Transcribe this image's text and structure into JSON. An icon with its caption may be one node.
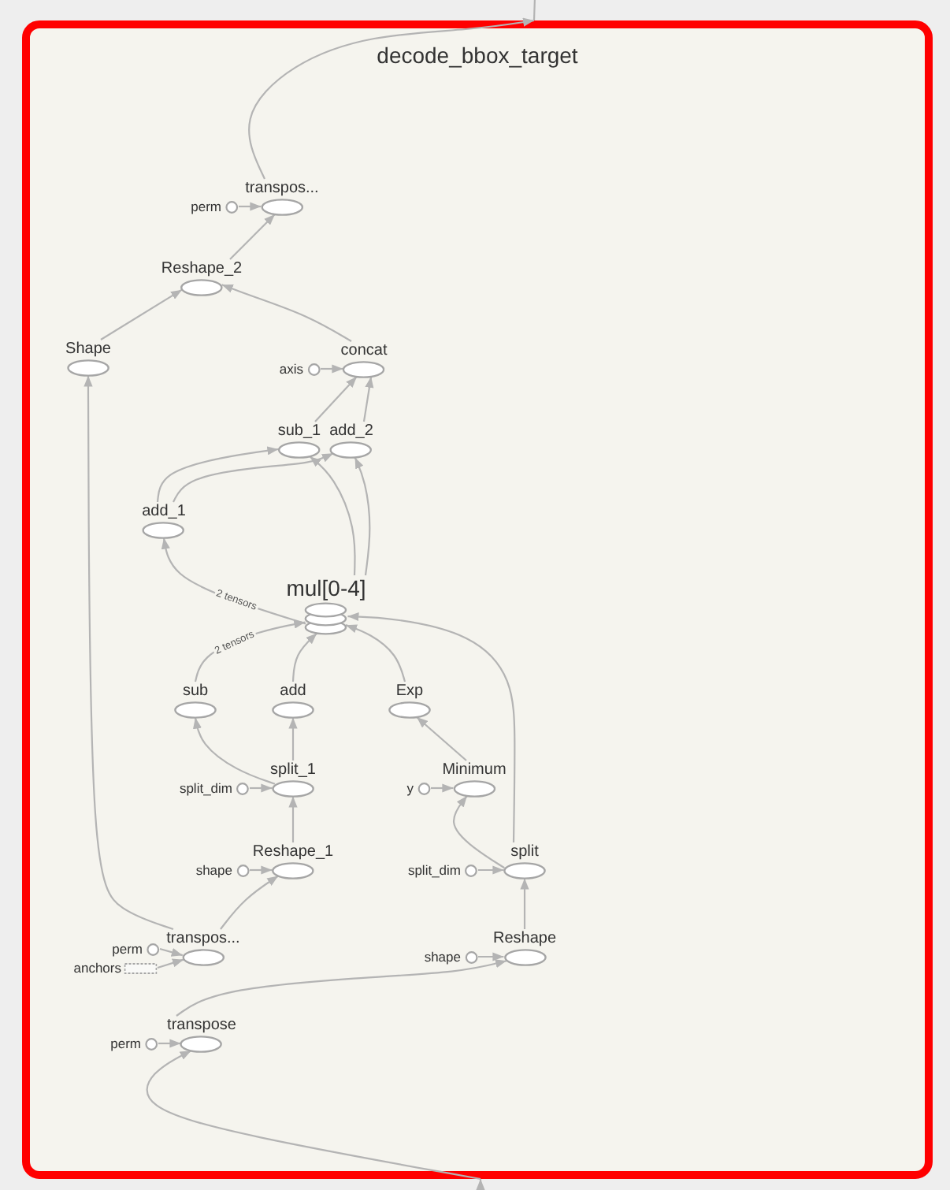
{
  "diagram": {
    "nodes": [
      {
        "text": [
          "decode_bbox_target"
        ]
      },
      {
        "text": [
          "perm"
        ],
        "in": 0
      },
      {
        "text": [
          "transpos..."
        ],
        "in": 0
      },
      {
        "text": [
          "Reshape_2"
        ],
        "in": 0
      },
      {
        "text": [
          "Shape"
        ],
        "in": 0
      },
      {
        "text": [
          "axis"
        ],
        "in": 0
      },
      {
        "text": [
          "concat"
        ],
        "in": 0
      },
      {
        "text": [
          "sub_1"
        ],
        "in": 0
      },
      {
        "text": [
          "add_2"
        ],
        "in": 0
      },
      {
        "text": [
          "add_1"
        ],
        "in": 0
      },
      {
        "text": [
          "mul[0-4]"
        ],
        "in": 0
      },
      {
        "text": [
          "sub"
        ],
        "in": 0
      },
      {
        "text": [
          "add"
        ],
        "in": 0
      },
      {
        "text": [
          "Exp"
        ],
        "in": 0
      },
      {
        "text": [
          "split_dim"
        ],
        "in": 0
      },
      {
        "text": [
          "split_1"
        ],
        "in": 0
      },
      {
        "text": [
          "y"
        ],
        "in": 0
      },
      {
        "text": [
          "Minimum"
        ],
        "in": 0
      },
      {
        "text": [
          "shape"
        ],
        "in": 0
      },
      {
        "text": [
          "Reshape_1"
        ],
        "in": 0
      },
      {
        "text": [
          "split_dim"
        ],
        "in": 0
      },
      {
        "text": [
          "split"
        ],
        "in": 0
      },
      {
        "text": [
          "perm"
        ],
        "in": 0
      },
      {
        "text": [
          "transpos..."
        ],
        "in": 0
      },
      {
        "text": [
          "anchors"
        ],
        "in": 0
      },
      {
        "text": [
          "shape"
        ],
        "in": 0
      },
      {
        "text": [
          "Reshape"
        ],
        "in": 0
      },
      {
        "text": [
          "perm"
        ],
        "in": 0
      },
      {
        "text": [
          "transpose"
        ],
        "in": 0
      }
    ],
    "edges": [
      {
        "from": 0,
        "to": null,
        "arrow": "none"
      },
      {
        "from": 2,
        "to": 0,
        "arrow": "to"
      },
      {
        "from": 1,
        "to": 2,
        "arrow": "to"
      },
      {
        "from": 3,
        "to": 2,
        "arrow": "to"
      },
      {
        "from": 4,
        "to": 3,
        "arrow": "to"
      },
      {
        "from": 6,
        "to": 3,
        "arrow": "to"
      },
      {
        "from": 5,
        "to": 6,
        "arrow": "to"
      },
      {
        "from": 7,
        "to": 6,
        "arrow": "to"
      },
      {
        "from": 8,
        "to": 6,
        "arrow": "to"
      },
      {
        "from": 9,
        "to": 7,
        "arrow": "to"
      },
      {
        "from": 9,
        "to": 8,
        "arrow": "to"
      },
      {
        "from": 10,
        "to": 9,
        "arrow": "to",
        "label": "2 tensors"
      },
      {
        "from": 10,
        "to": 7,
        "arrow": "to"
      },
      {
        "from": 10,
        "to": 8,
        "arrow": "to"
      },
      {
        "from": 11,
        "to": 10,
        "arrow": "to",
        "label": "2 tensors"
      },
      {
        "from": 12,
        "to": 10,
        "arrow": "to"
      },
      {
        "from": 13,
        "to": 10,
        "arrow": "to"
      },
      {
        "from": 21,
        "to": 10,
        "arrow": "to"
      },
      {
        "from": 15,
        "to": 11,
        "arrow": "to"
      },
      {
        "from": 15,
        "to": 12,
        "arrow": "to"
      },
      {
        "from": 14,
        "to": 15,
        "arrow": "to"
      },
      {
        "from": 17,
        "to": 13,
        "arrow": "to"
      },
      {
        "from": 16,
        "to": 17,
        "arrow": "to"
      },
      {
        "from": 21,
        "to": 17,
        "arrow": "to"
      },
      {
        "from": 19,
        "to": 15,
        "arrow": "to"
      },
      {
        "from": 18,
        "to": 19,
        "arrow": "to"
      },
      {
        "from": 20,
        "to": 21,
        "arrow": "to"
      },
      {
        "from": 26,
        "to": 21,
        "arrow": "to"
      },
      {
        "from": 23,
        "to": 19,
        "arrow": "to"
      },
      {
        "from": 22,
        "to": 23,
        "arrow": "to"
      },
      {
        "from": 24,
        "to": 23,
        "arrow": "to"
      },
      {
        "from": 23,
        "to": 4,
        "arrow": "to"
      },
      {
        "from": 25,
        "to": 26,
        "arrow": "to"
      },
      {
        "from": 28,
        "to": 26,
        "arrow": "to"
      },
      {
        "from": 27,
        "to": 28,
        "arrow": "to"
      },
      {
        "from": 0,
        "to": 28,
        "arrow": "to"
      },
      {
        "from": null,
        "to": 0,
        "arrow": "to"
      }
    ]
  }
}
